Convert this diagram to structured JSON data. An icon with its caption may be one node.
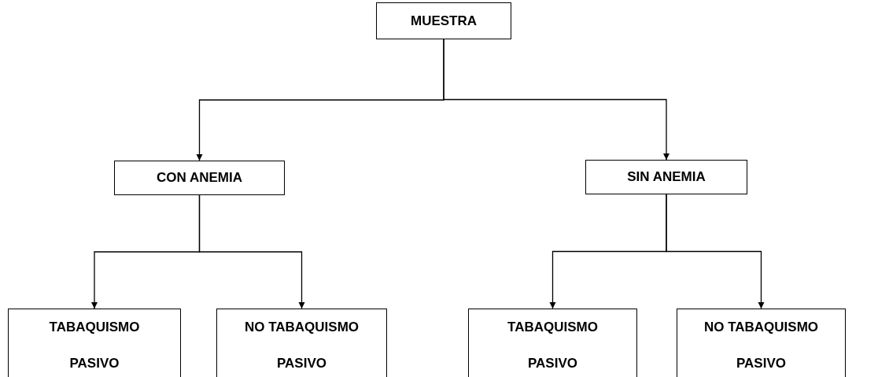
{
  "diagram": {
    "nodes": [
      {
        "text": [
          "MUESTRA"
        ]
      },
      {
        "text": [
          "CON ANEMIA"
        ]
      },
      {
        "text": [
          "SIN ANEMIA"
        ]
      },
      {
        "text": [
          "TABAQUISMO PASIVO"
        ]
      },
      {
        "text": [
          "NO TABAQUISMO PASIVO"
        ]
      },
      {
        "text": [
          "TABAQUISMO PASIVO"
        ]
      },
      {
        "text": [
          "NO TABAQUISMO PASIVO"
        ]
      }
    ],
    "edges": [
      {
        "from": 0,
        "to": 1,
        "arrow": "to"
      },
      {
        "from": 0,
        "to": 2,
        "arrow": "to"
      },
      {
        "from": 1,
        "to": 3,
        "arrow": "to"
      },
      {
        "from": 1,
        "to": 4,
        "arrow": "to"
      },
      {
        "from": 2,
        "to": 5,
        "arrow": "to"
      },
      {
        "from": 2,
        "to": 6,
        "arrow": "to"
      }
    ]
  }
}
